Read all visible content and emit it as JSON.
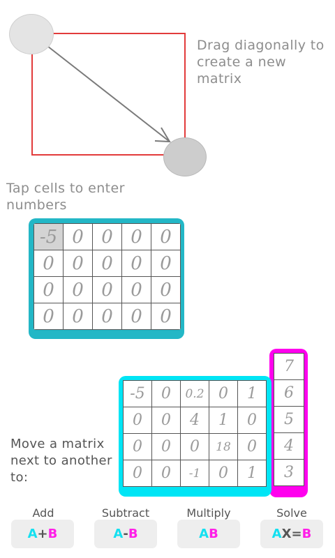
{
  "instructions": {
    "drag": "Drag diagonally to create a new matrix",
    "tap": "Tap cells to enter numbers",
    "move": "Move a matrix next to another to:"
  },
  "colors": {
    "drag_rect": "#e23b3b",
    "edit_matrix_frame": "#23b7c6",
    "matrix_a_frame": "#00e5f5",
    "matrix_b_frame": "#ff00ee",
    "letter_a": "#14e0f0",
    "letter_b": "#ff1fe8"
  },
  "edit_matrix": {
    "selected_cell": [
      0,
      0
    ],
    "rows": [
      [
        "-5",
        "0",
        "0",
        "0",
        "0"
      ],
      [
        "0",
        "0",
        "0",
        "0",
        "0"
      ],
      [
        "0",
        "0",
        "0",
        "0",
        "0"
      ],
      [
        "0",
        "0",
        "0",
        "0",
        "0"
      ]
    ]
  },
  "matrix_a": {
    "rows": [
      [
        "-5",
        "0",
        "0.2",
        "0",
        "1"
      ],
      [
        "0",
        "0",
        "4",
        "1",
        "0"
      ],
      [
        "0",
        "0",
        "0",
        "18",
        "0"
      ],
      [
        "0",
        "0",
        "-1",
        "0",
        "1"
      ]
    ]
  },
  "matrix_b": {
    "rows": [
      [
        "7"
      ],
      [
        "6"
      ],
      [
        "5"
      ],
      [
        "4"
      ],
      [
        "3"
      ]
    ]
  },
  "operations": [
    {
      "label": "Add",
      "a": "A",
      "op": "+",
      "b": "B",
      "suffix": ""
    },
    {
      "label": "Subtract",
      "a": "A",
      "op": "-",
      "b": "B",
      "suffix": ""
    },
    {
      "label": "Multiply",
      "a": "A",
      "op": "",
      "b": "B",
      "suffix": ""
    },
    {
      "label": "Solve",
      "a": "A",
      "op": "X=",
      "b": "B",
      "suffix": ""
    }
  ]
}
